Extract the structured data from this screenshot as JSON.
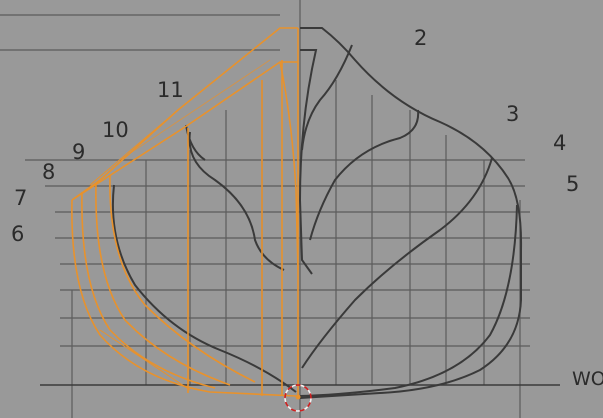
{
  "viewport": {
    "background": "#999999",
    "grid_color": "#5c5c5c",
    "hull_color": "#3a3a3a",
    "selection_color": "#e8922c",
    "cursor_color": "#d02020"
  },
  "station_labels": {
    "l2": "2",
    "l3": "3",
    "l4": "4",
    "l5": "5",
    "l6": "6",
    "l7": "7",
    "l8": "8",
    "l9": "9",
    "l10": "10",
    "l11": "11"
  },
  "waterline_label": "WO",
  "cursor_icon": "3d-cursor-icon"
}
